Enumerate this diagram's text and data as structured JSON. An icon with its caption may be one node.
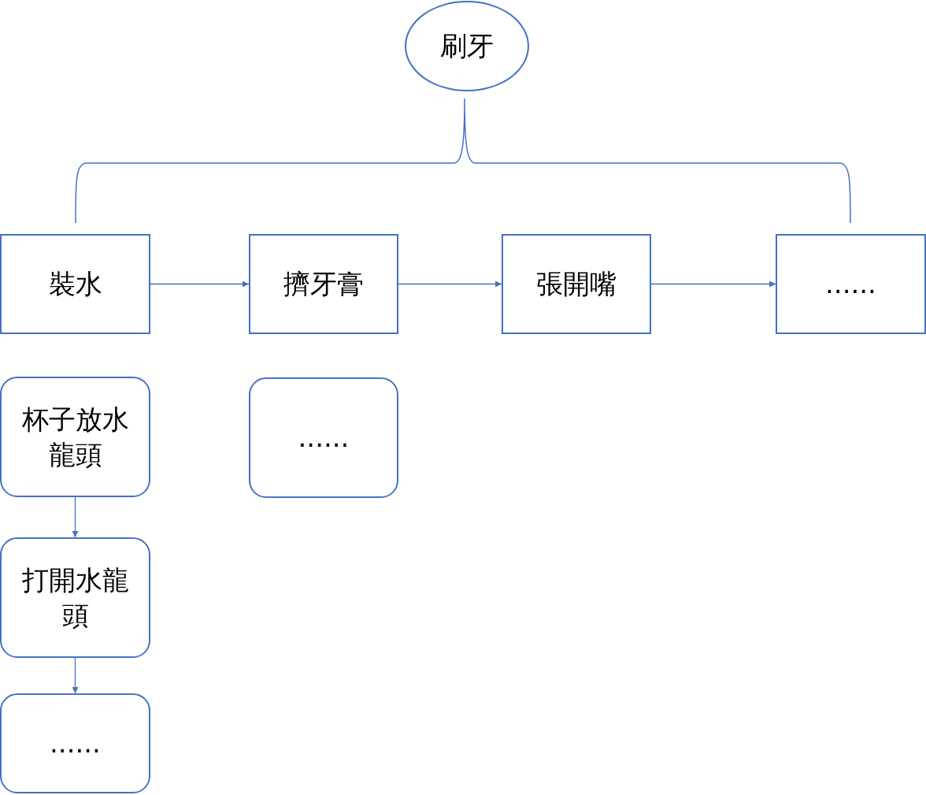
{
  "diagram": {
    "nodes": [
      {
        "text": [
          "刷牙"
        ]
      },
      {
        "text": [
          "裝水"
        ]
      },
      {
        "text": [
          "擠牙膏"
        ]
      },
      {
        "text": [
          "張開嘴"
        ]
      },
      {
        "text": [
          "......"
        ]
      },
      {
        "text": [
          "杯子放水龍頭"
        ]
      },
      {
        "text": [
          "......"
        ]
      },
      {
        "text": [
          "打開水龍頭"
        ]
      },
      {
        "text": [
          "......"
        ]
      }
    ],
    "edges": [
      {
        "from": 1,
        "to": 2,
        "arrow": "to"
      },
      {
        "from": 2,
        "to": 3,
        "arrow": "to"
      },
      {
        "from": 3,
        "to": 4,
        "arrow": "to"
      },
      {
        "from": 5,
        "to": 7,
        "arrow": "to"
      },
      {
        "from": 7,
        "to": 8,
        "arrow": "to"
      }
    ]
  }
}
